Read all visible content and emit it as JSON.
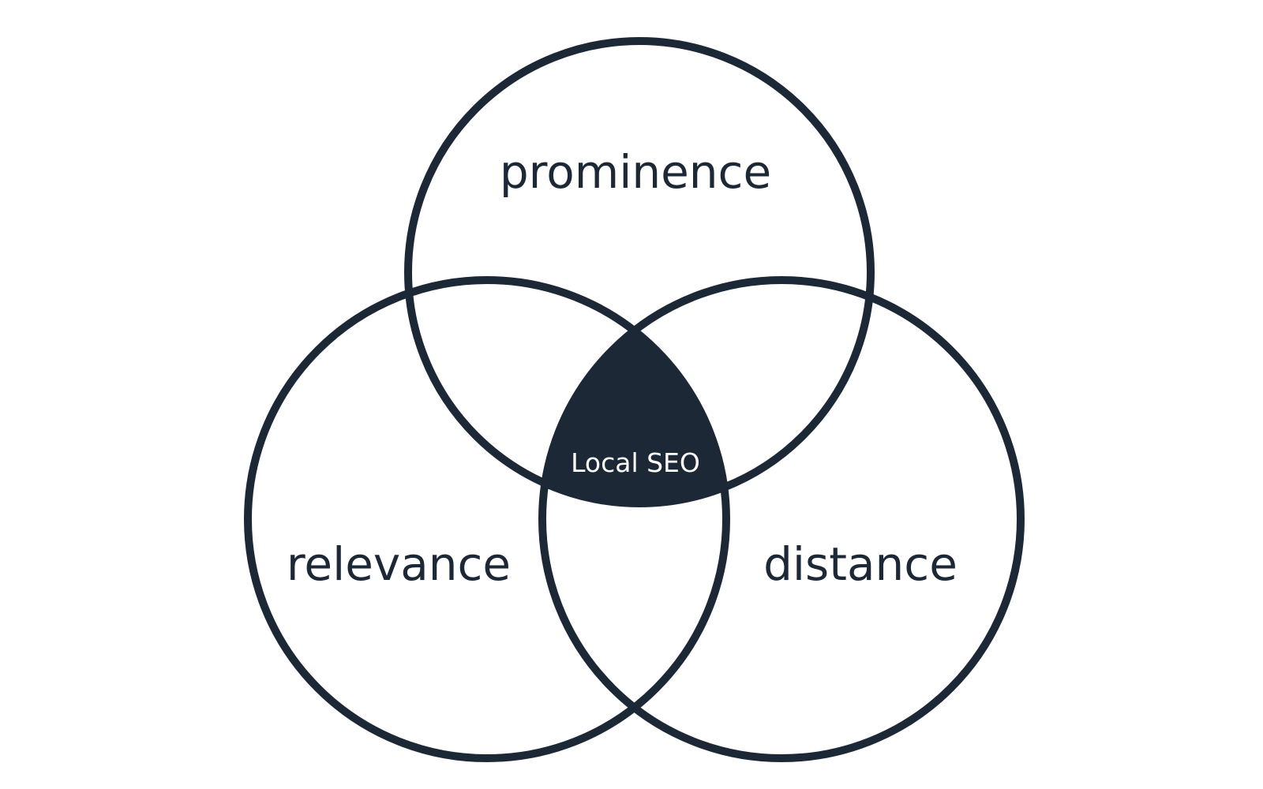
{
  "diagram": {
    "type": "venn",
    "sets": [
      {
        "id": "top",
        "label": "prominence"
      },
      {
        "id": "left",
        "label": "relevance"
      },
      {
        "id": "right",
        "label": "distance"
      }
    ],
    "intersection": {
      "sets": [
        "top",
        "left",
        "right"
      ],
      "label": "Local SEO"
    }
  },
  "colors": {
    "stroke": "#1d2837",
    "fill": "#1d2837",
    "center_text": "#ffffff",
    "background": "#ffffff"
  }
}
